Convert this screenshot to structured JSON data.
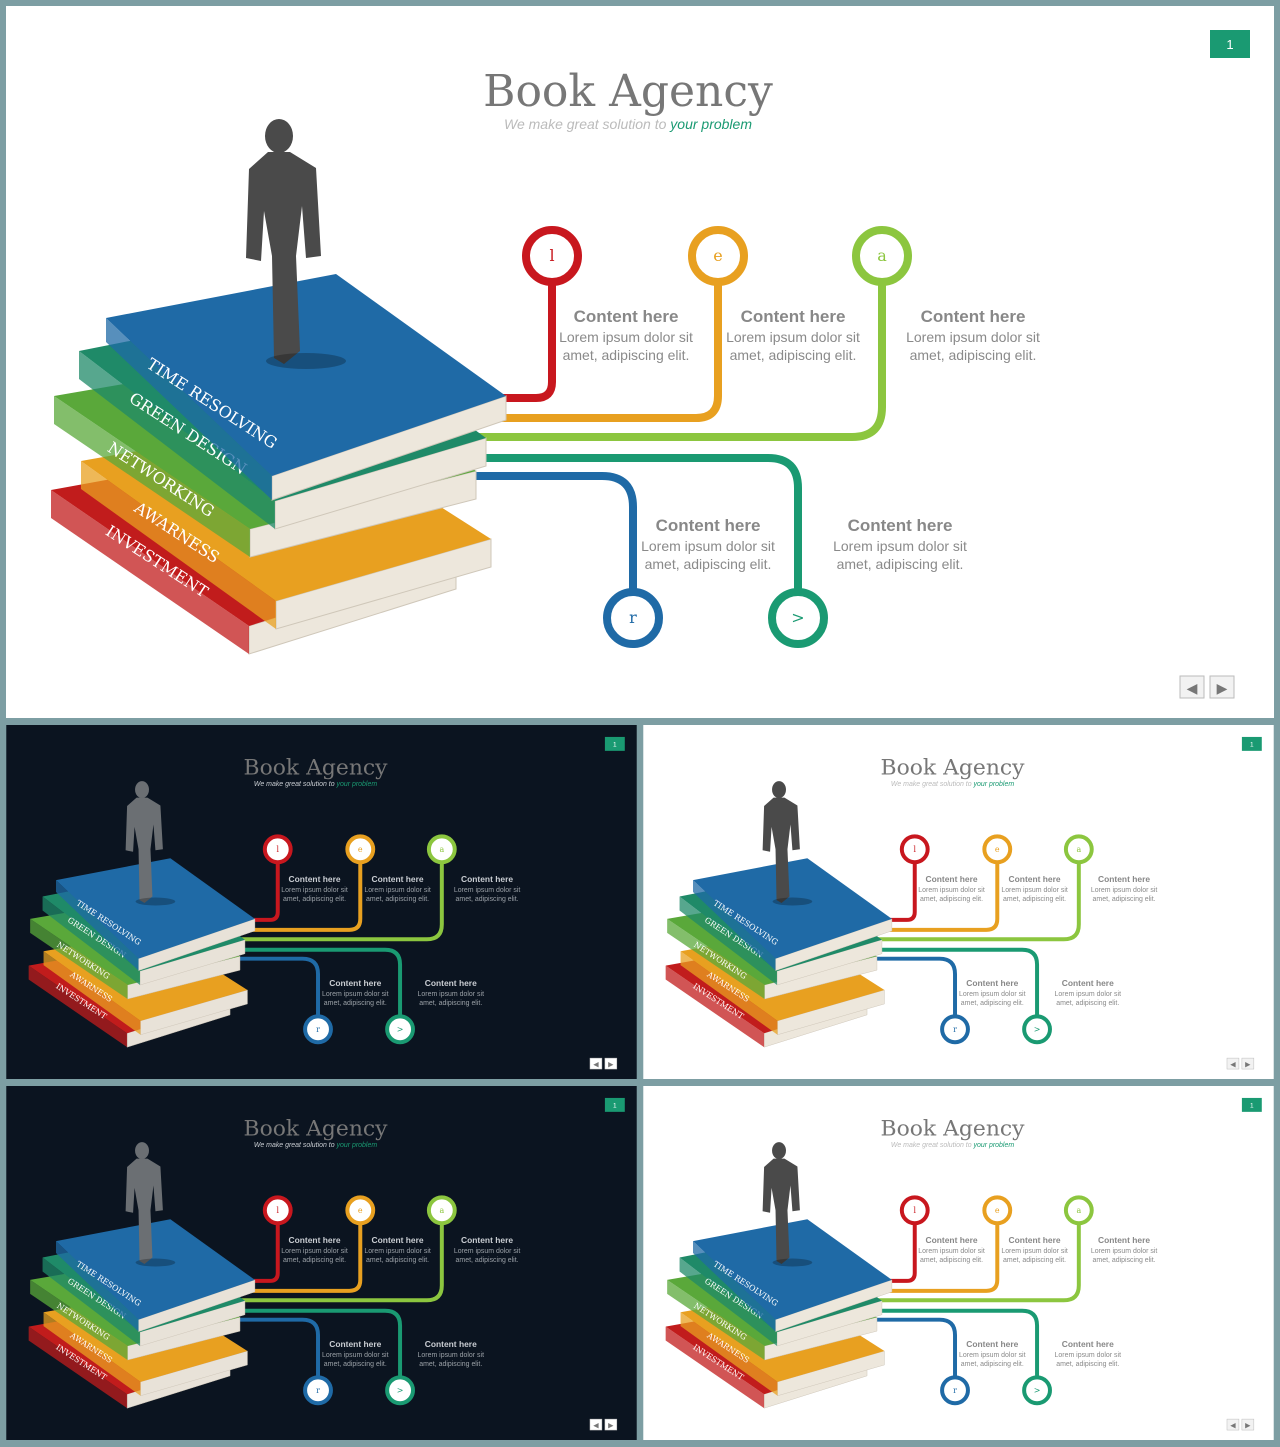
{
  "title": "Book Agency",
  "subtitle_part1": "We make great solution to",
  "subtitle_part2": "your problem",
  "page_number": "1",
  "page_number_small": "1",
  "nav": {
    "prev": "◀",
    "next": "▶"
  },
  "books": [
    {
      "label": "TIME RESOLVING",
      "color": "#1f6aa6"
    },
    {
      "label": "GREEN DESIGN",
      "color": "#1f8a68"
    },
    {
      "label": "NETWORKING",
      "color": "#5aa83a"
    },
    {
      "label": "AWARNESS",
      "color": "#e8a020"
    },
    {
      "label": "INVESTMENT",
      "color": "#c11c1c"
    }
  ],
  "bubbles": [
    {
      "icon": "l",
      "color": "#c8171e",
      "heading": "Content here",
      "line1": "Lorem ipsum dolor sit",
      "line2": "amet, adipiscing elit."
    },
    {
      "icon": "e",
      "color": "#e8a020",
      "heading": "Content here",
      "line1": "Lorem ipsum dolor sit",
      "line2": "amet, adipiscing elit."
    },
    {
      "icon": "a",
      "color": "#8cc63f",
      "heading": "Content here",
      "line1": "Lorem ipsum dolor sit",
      "line2": "amet, adipiscing elit."
    },
    {
      "icon": "r",
      "color": "#1f6aa6",
      "heading": "Content here",
      "line1": "Lorem ipsum dolor sit",
      "line2": "amet, adipiscing elit."
    },
    {
      "icon": ">",
      "color": "#1a9a72",
      "heading": "Content here",
      "line1": "Lorem ipsum dolor sit",
      "line2": "amet, adipiscing elit."
    }
  ],
  "colors": {
    "accent": "#1a9a72",
    "title_gray": "#777777",
    "dark_bg": "#0b1420",
    "light_bg": "#ffffff",
    "frame": "#7d9ea3"
  }
}
